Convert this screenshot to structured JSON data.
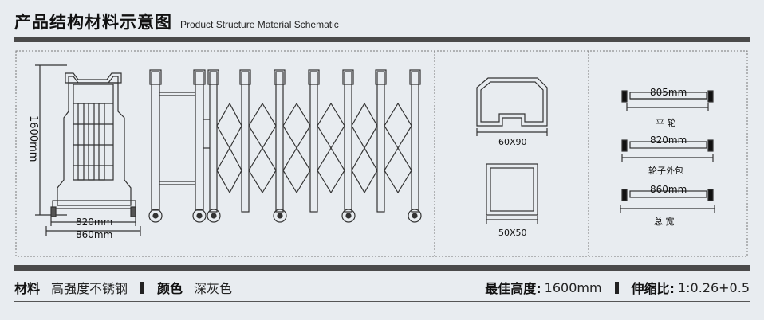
{
  "header": {
    "title_cn": "产品结构材料示意图",
    "title_en": "Product Structure Material Schematic"
  },
  "diagram": {
    "height_label": "1600mm",
    "width_label_1": "820mm",
    "width_label_2": "860mm",
    "profile_1": "60X90",
    "profile_2": "50X50",
    "wheel_1_dim": "805mm",
    "wheel_1_name": "平 轮",
    "wheel_2_dim": "820mm",
    "wheel_2_name": "轮子外包",
    "wheel_3_dim": "860mm",
    "wheel_3_name": "总 宽"
  },
  "footer": {
    "material_label": "材料",
    "material_value": "高强度不锈钢",
    "color_label": "颜色",
    "color_value": "深灰色",
    "height_label": "最佳高度:",
    "height_value": "1600mm",
    "ratio_label": "伸缩比:",
    "ratio_value": "1:0.26+0.5"
  }
}
